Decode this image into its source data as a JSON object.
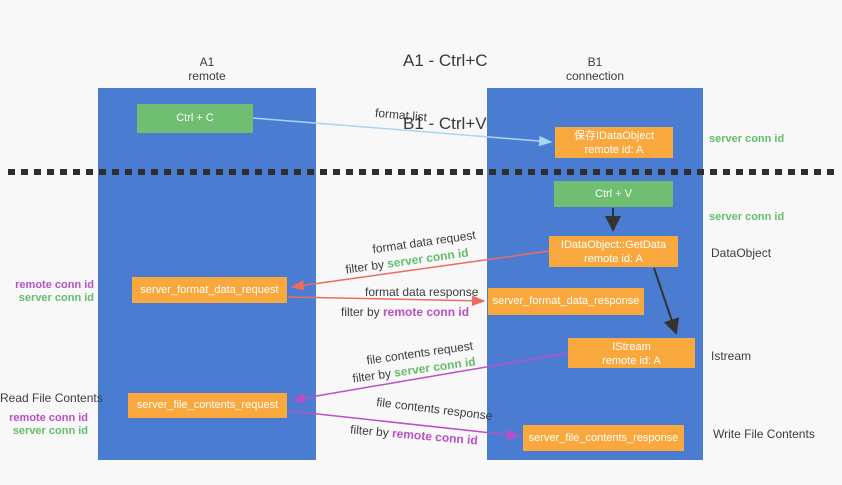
{
  "title": {
    "line1": "A1 - Ctrl+C",
    "line2": "B1 - Ctrl+V"
  },
  "columns": {
    "a1": {
      "name": "A1",
      "subtitle": "remote"
    },
    "b1": {
      "name": "B1",
      "subtitle": "connection"
    }
  },
  "boxes": {
    "ctrl_c": "Ctrl + C",
    "ctrl_v": "Ctrl + V",
    "save_dataobject": {
      "line1": "保存IDataObject",
      "line2": "remote id: A"
    },
    "getdata": {
      "line1": "IDataObject::GetData",
      "line2": "remote id: A"
    },
    "istream": {
      "line1": "IStream",
      "line2": "remote id: A"
    },
    "format_request": "server_format_data_request",
    "format_response": "server_format_data_response",
    "file_request": "server_file_contents_request",
    "file_response": "server_file_contents_response"
  },
  "side_labels": {
    "server_conn_id_top": "server conn id",
    "server_conn_id_mid": "server conn id",
    "dataobject": "DataObject",
    "istream": "Istream",
    "write_file_contents": "Write File Contents",
    "read_file_contents": "Read File Contents",
    "left_remote_conn_id_1": "remote conn id",
    "left_server_conn_id_1": "server conn id",
    "left_remote_conn_id_2": "remote conn id",
    "left_server_conn_id_2": "server conn id"
  },
  "arrow_labels": {
    "format_list": "format list",
    "format_data_request": "format data request",
    "filter_by_1": "filter by ",
    "server_conn_id_1": "server conn id",
    "format_data_response": "format data response",
    "filter_by_2": "filter by ",
    "remote_conn_id_2": "remote conn id",
    "file_contents_request": "file contents request",
    "filter_by_3": "filter by ",
    "server_conn_id_3": "server conn id",
    "file_contents_response": "file contents response",
    "filter_by_4": "filter by ",
    "remote_conn_id_4": "remote conn id"
  },
  "colors": {
    "bg": "#f8f8f8",
    "blue": "#4a7dd1",
    "green-box": "#6fbe72",
    "orange": "#f9a83e",
    "green-text": "#64bd6b",
    "purple": "#bb4fc8",
    "red": "#ed6a5f",
    "lightblue": "#a9d5f2"
  }
}
